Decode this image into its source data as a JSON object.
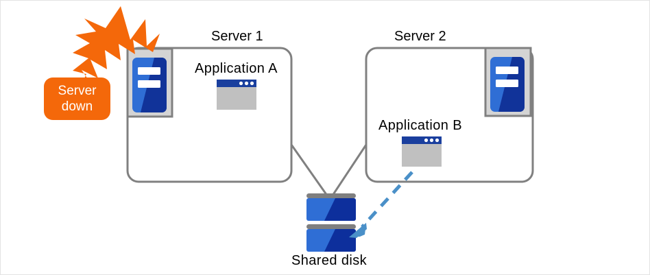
{
  "diagram": {
    "title_labels": {
      "server1": "Server 1",
      "server2": "Server 2"
    },
    "nodes": [
      {
        "id": "server-1",
        "label": "Server 1",
        "app_label": "Application A",
        "icon": "server-icon",
        "status": "down"
      },
      {
        "id": "server-2",
        "label": "Server 2",
        "app_label": "Application B",
        "icon": "server-icon",
        "status": "active"
      }
    ],
    "app_a_label": "Application A",
    "app_b_label": "Application B",
    "storage": {
      "label": "Shared disk",
      "icon": "disk-stack-icon",
      "units": 2
    },
    "alert": {
      "label_line1": "Server",
      "label_line2": "down",
      "icon": "lightning-burst-icon"
    },
    "connections": [
      {
        "from": "server-1",
        "to": "shared-disk",
        "style": "solid",
        "color": "#808080"
      },
      {
        "from": "server-2",
        "to": "shared-disk",
        "style": "solid",
        "color": "#808080"
      },
      {
        "from": "application-b",
        "to": "shared-disk",
        "style": "dashed",
        "color": "#4a90c8",
        "arrow": true
      }
    ],
    "colors": {
      "alert_orange": "#f4680a",
      "server_blue_light": "#2f6ed5",
      "server_blue_dark": "#113399",
      "icon_frame_fill": "#d4d4d4",
      "icon_frame_stroke": "#808080",
      "window_titlebar": "#1a3f9e",
      "window_body": "#c0c0c0",
      "box_stroke": "#808080",
      "arrow_blue": "#4a90c8",
      "disk_bar_gray": "#7f7f7f",
      "canvas_border": "#e3e3e3",
      "text": "#000000",
      "white": "#ffffff"
    }
  }
}
